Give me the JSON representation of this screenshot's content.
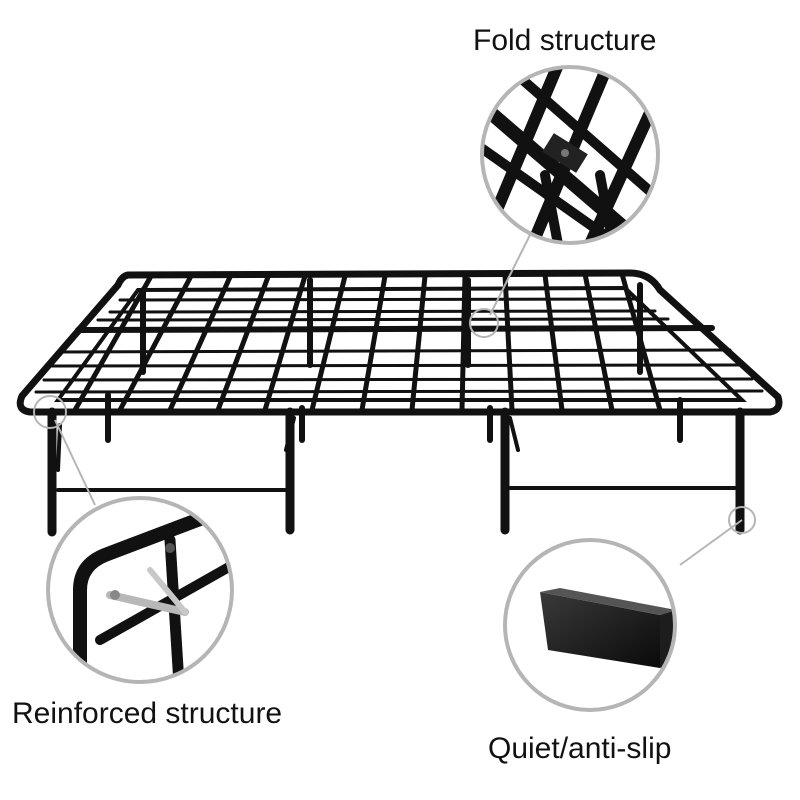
{
  "labels": {
    "fold": "Fold structure",
    "reinforced": "Reinforced structure",
    "quiet": "Quiet/anti-slip"
  },
  "colors": {
    "metal": "#111111",
    "callout_ring": "#b5b5b5",
    "background": "#ffffff"
  }
}
